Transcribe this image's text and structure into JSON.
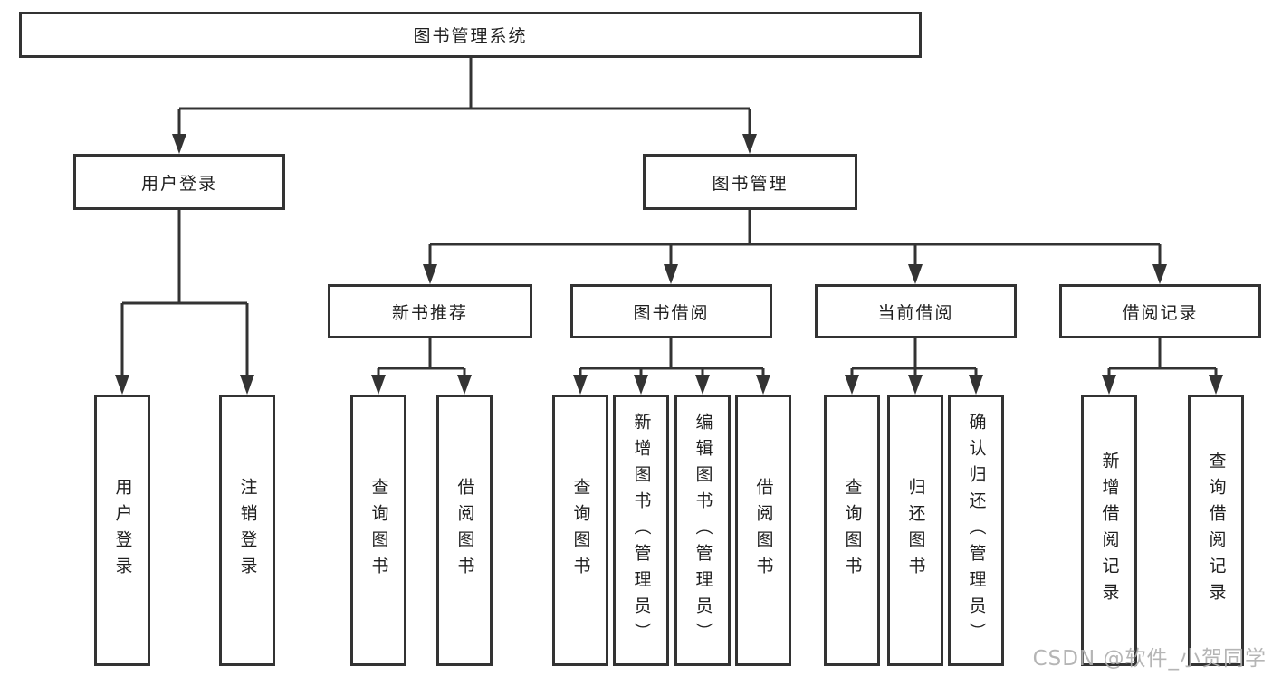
{
  "colors": {
    "line": "#333333",
    "box_border": "#333333",
    "text": "#1f1f1f",
    "background": "#ffffff",
    "watermark": "#afafaf"
  },
  "watermark": "CSDN @软件_小贺同学",
  "tree": {
    "root": {
      "label": "图书管理系统"
    },
    "branches": [
      {
        "label": "用户登录",
        "leaves": [
          "用户登录",
          "注销登录"
        ]
      },
      {
        "label": "图书管理",
        "groups": [
          {
            "label": "新书推荐",
            "leaves": [
              "查询图书",
              "借阅图书"
            ]
          },
          {
            "label": "图书借阅",
            "leaves": [
              "查询图书",
              "新增图书（管理员）",
              "编辑图书（管理员）",
              "借阅图书"
            ]
          },
          {
            "label": "当前借阅",
            "leaves": [
              "查询图书",
              "归还图书",
              "确认归还（管理员）"
            ]
          },
          {
            "label": "借阅记录",
            "leaves": [
              "新增借阅记录",
              "查询借阅记录"
            ]
          }
        ]
      }
    ]
  }
}
